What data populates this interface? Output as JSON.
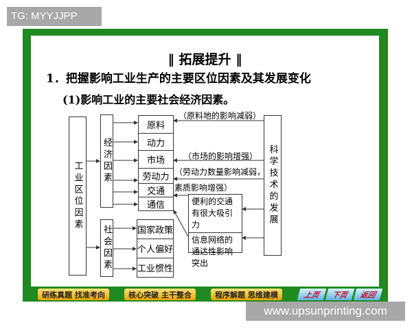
{
  "watermark_top": "TG: MYYJJPP",
  "watermark_bottom": "www.upsunprinting.com",
  "slide": {
    "title": "‖ 拓展提升 ‖",
    "heading1": "1．把握影响工业生产的主要区位因素及其发展变化",
    "heading2": "(1)影响工业的主要社会经济因素。",
    "root": "工业区位因素",
    "economic": "经济因素",
    "social": "社会因素",
    "economic_items": [
      "原料",
      "动力",
      "市场",
      "劳动力",
      "交通",
      "通信"
    ],
    "social_items": [
      "国家政策",
      "个人偏好",
      "工业惯性"
    ],
    "tech": "科学技术的发展",
    "notes": [
      "（原料地的影响减弱）",
      "（市场的影响增强）",
      "（劳动力数量影响减弱，",
      "素质影响增强）"
    ],
    "sub_items": [
      "便利的交通有很大吸引力",
      "信息网络的通达性影响突出"
    ]
  },
  "nav": {
    "buttons": [
      "研练真题 找准考向",
      "核心突破 主干整合",
      "程序解题 思维建模"
    ],
    "page_buttons": [
      "上页",
      "下页",
      "返回"
    ]
  },
  "colors": {
    "frame": "#1f8a1f",
    "nav_button": "#f2c230",
    "page_button": "#8fd0f0"
  }
}
